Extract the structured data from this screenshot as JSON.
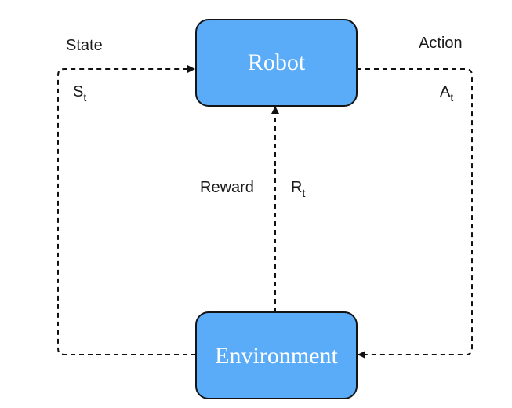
{
  "nodes": {
    "robot": {
      "label": "Robot"
    },
    "environment": {
      "label": "Environment"
    }
  },
  "edges": {
    "state": {
      "label": "State",
      "symbol": "S",
      "subscript": "t"
    },
    "action": {
      "label": "Action",
      "symbol": "A",
      "subscript": "t"
    },
    "reward": {
      "label": "Reward",
      "symbol": "R",
      "subscript": "t"
    }
  },
  "colors": {
    "node_fill": "#5aabf8",
    "node_stroke": "#141414",
    "node_text": "#ffffff",
    "arrow": "#111111"
  }
}
